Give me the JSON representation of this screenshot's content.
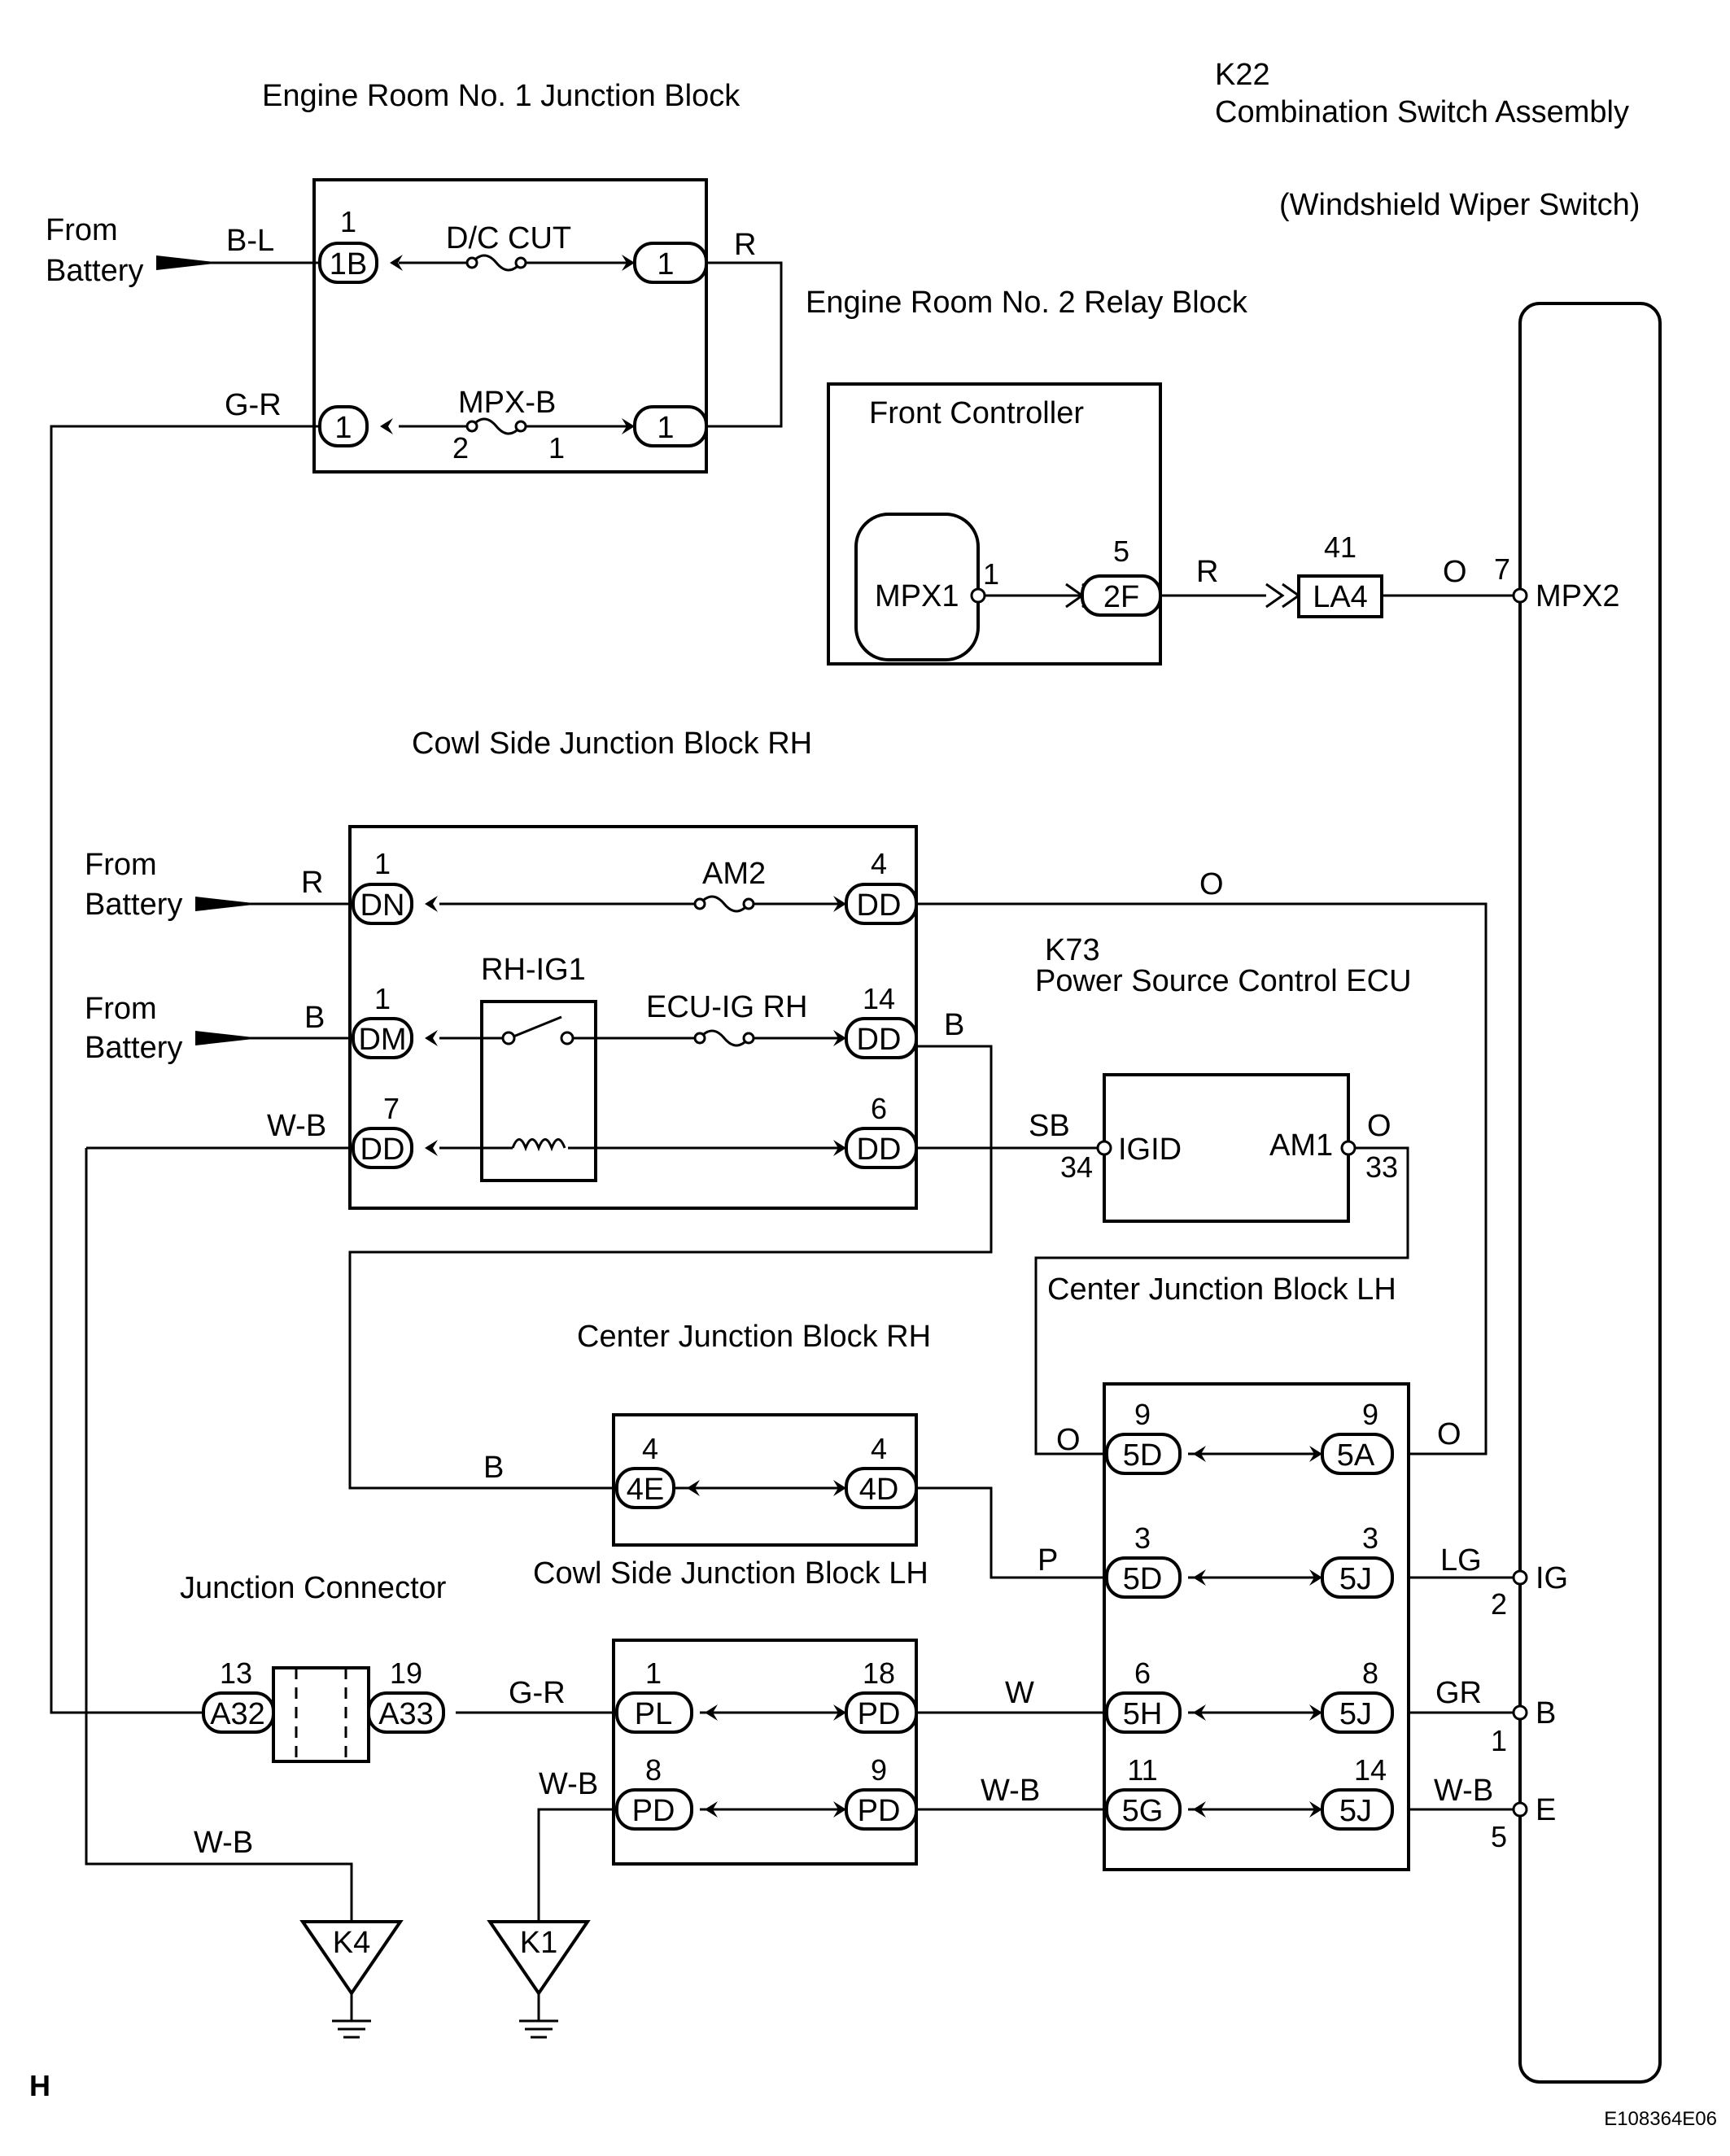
{
  "diagram": {
    "corner_left": "H",
    "figure_id": "E108364E06",
    "components": {
      "k22_code": "K22",
      "k22_name": "Combination Switch Assembly",
      "k22_sub": "(Windshield Wiper Switch)",
      "erjb1": "Engine Room No. 1 Junction Block",
      "err2": "Engine Room No. 2 Relay Block",
      "front_controller": "Front Controller",
      "mpx1": "MPX1",
      "mpx2": "MPX2",
      "cowl_rh": "Cowl Side Junction Block RH",
      "k73_code": "K73",
      "k73_name": "Power Source Control ECU",
      "igid": "IGID",
      "am1": "AM1",
      "center_lh": "Center Junction Block LH",
      "center_rh": "Center Junction Block RH",
      "cowl_lh": "Cowl Side Junction Block LH",
      "junction_connector": "Junction Connector",
      "sw_ig": "IG",
      "sw_b": "B",
      "sw_e": "E",
      "from": "From",
      "battery": "Battery"
    },
    "fuses": {
      "dc_cut": "D/C CUT",
      "mpx_b": "MPX-B",
      "am2": "AM2",
      "ecu_ig_rh": "ECU-IG RH",
      "rh_ig1": "RH-IG1"
    },
    "connectors": {
      "c_1b": "1B",
      "c_1": "1",
      "c_2f": "2F",
      "c_la4": "LA4",
      "c_dn": "DN",
      "c_dm": "DM",
      "c_dd": "DD",
      "c_4e": "4E",
      "c_4d": "4D",
      "c_5d": "5D",
      "c_5a": "5A",
      "c_5j": "5J",
      "c_5h": "5H",
      "c_5g": "5G",
      "c_a32": "A32",
      "c_a33": "A33",
      "c_pl": "PL",
      "c_pd": "PD",
      "c_k4": "K4",
      "c_k1": "K1"
    },
    "pins": {
      "p1": "1",
      "p2": "2",
      "p3": "3",
      "p4": "4",
      "p5": "5",
      "p6": "6",
      "p7": "7",
      "p8": "8",
      "p9": "9",
      "p11": "11",
      "p13": "13",
      "p14": "14",
      "p18": "18",
      "p19": "19",
      "p33": "33",
      "p34": "34",
      "p41": "41"
    },
    "wires": {
      "bl": "B-L",
      "r": "R",
      "gr": "G-R",
      "o": "O",
      "b": "B",
      "wb": "W-B",
      "sb": "SB",
      "p": "P",
      "lg": "LG",
      "w": "W",
      "gr2": "GR"
    }
  }
}
